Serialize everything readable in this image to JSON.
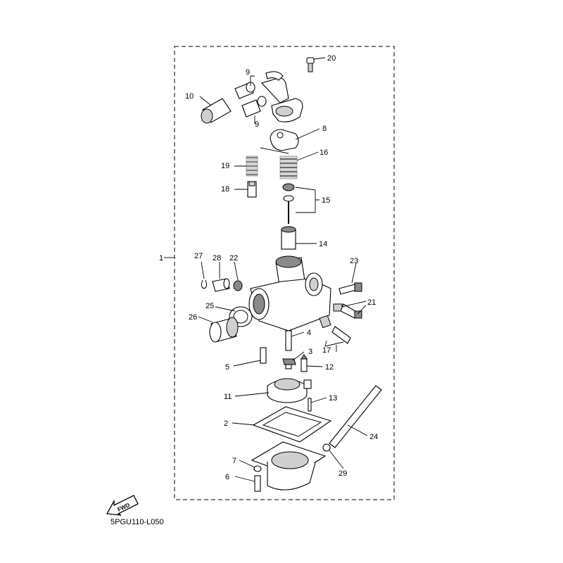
{
  "diagram_code": "5PGU110-L050",
  "fwd_label": "FWD",
  "callouts": [
    "1",
    "2",
    "3",
    "4",
    "5",
    "6",
    "7",
    "8",
    "9",
    "9",
    "10",
    "11",
    "12",
    "13",
    "14",
    "15",
    "16",
    "17",
    "18",
    "19",
    "20",
    "21",
    "22",
    "23",
    "24",
    "25",
    "26",
    "27",
    "28",
    "29"
  ],
  "colors": {
    "line": "#000000",
    "shade": "#cfcfcf",
    "dark": "#8a8a8a",
    "background": "#ffffff"
  },
  "icons": {
    "fwd": "fwd-arrow-icon"
  }
}
